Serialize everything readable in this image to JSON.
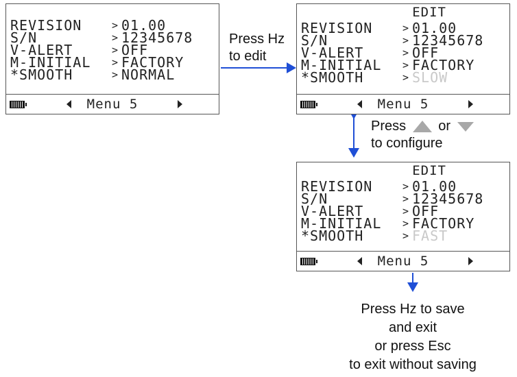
{
  "screens": [
    {
      "edit_title": "",
      "rows": [
        {
          "label": "REVISION",
          "sep": ">",
          "value": "01.00"
        },
        {
          "label": "S/N",
          "sep": ">",
          "value": "12345678"
        },
        {
          "label": "V-ALERT",
          "sep": ">",
          "value": "OFF"
        },
        {
          "label": "M-INITIAL",
          "sep": ">",
          "value": "FACTORY"
        },
        {
          "label": "*SMOOTH",
          "sep": ">",
          "value": "NORMAL"
        }
      ],
      "menu_label": "Menu 5"
    },
    {
      "edit_title": "EDIT",
      "rows": [
        {
          "label": "REVISION",
          "sep": ">",
          "value": "01.00"
        },
        {
          "label": "S/N",
          "sep": ">",
          "value": "12345678"
        },
        {
          "label": "V-ALERT",
          "sep": ">",
          "value": "OFF"
        },
        {
          "label": "M-INITIAL",
          "sep": ">",
          "value": "FACTORY"
        },
        {
          "label": "*SMOOTH",
          "sep": ">",
          "value": "SLOW"
        }
      ],
      "menu_label": "Menu 5"
    },
    {
      "edit_title": "EDIT",
      "rows": [
        {
          "label": "REVISION",
          "sep": ">",
          "value": "01.00"
        },
        {
          "label": "S/N",
          "sep": ">",
          "value": "12345678"
        },
        {
          "label": "V-ALERT",
          "sep": ">",
          "value": "OFF"
        },
        {
          "label": "M-INITIAL",
          "sep": ">",
          "value": "FACTORY"
        },
        {
          "label": "*SMOOTH",
          "sep": ">",
          "value": "FAST"
        }
      ],
      "menu_label": "Menu 5"
    }
  ],
  "captions": {
    "edit": [
      "Press Hz",
      "to edit"
    ],
    "configure": {
      "press": "Press",
      "or": "or",
      "line2": "to configure"
    },
    "save": [
      "Press Hz to save",
      "and exit",
      "or press Esc",
      "to exit without saving"
    ]
  },
  "icons": {
    "up": "up-arrow-button-icon",
    "down": "down-arrow-button-icon",
    "battery": "battery-icon"
  },
  "colors": {
    "arrow": "#1f4fd6",
    "dim_value": "#c9c9c9",
    "button_icon": "#a8a8a8"
  }
}
